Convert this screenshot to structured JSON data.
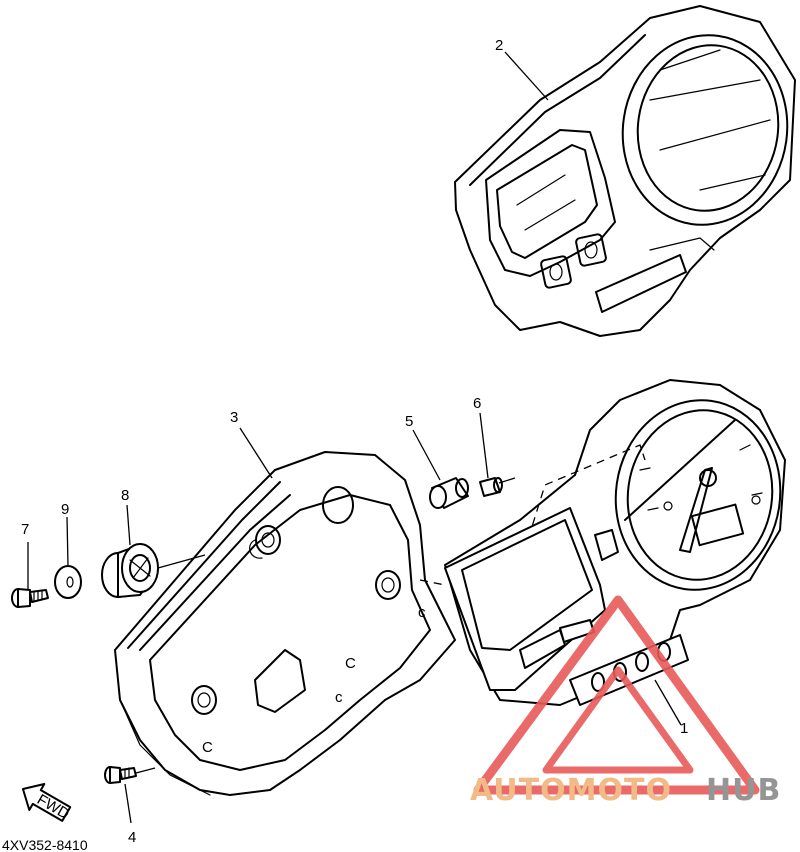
{
  "diagram_code": "4XV352-8410",
  "callouts": [
    {
      "num": "1"
    },
    {
      "num": "2"
    },
    {
      "num": "3"
    },
    {
      "num": "4"
    },
    {
      "num": "5"
    },
    {
      "num": "6"
    },
    {
      "num": "7"
    },
    {
      "num": "8"
    },
    {
      "num": "9"
    }
  ],
  "fwd_arrow_text": "FWD",
  "watermark": {
    "part1": "AUTOMOTO",
    "part2": "HUB",
    "color1": "#f0b37a",
    "color2": "#8a8a8a",
    "triangle_color": "#e85a5a"
  }
}
